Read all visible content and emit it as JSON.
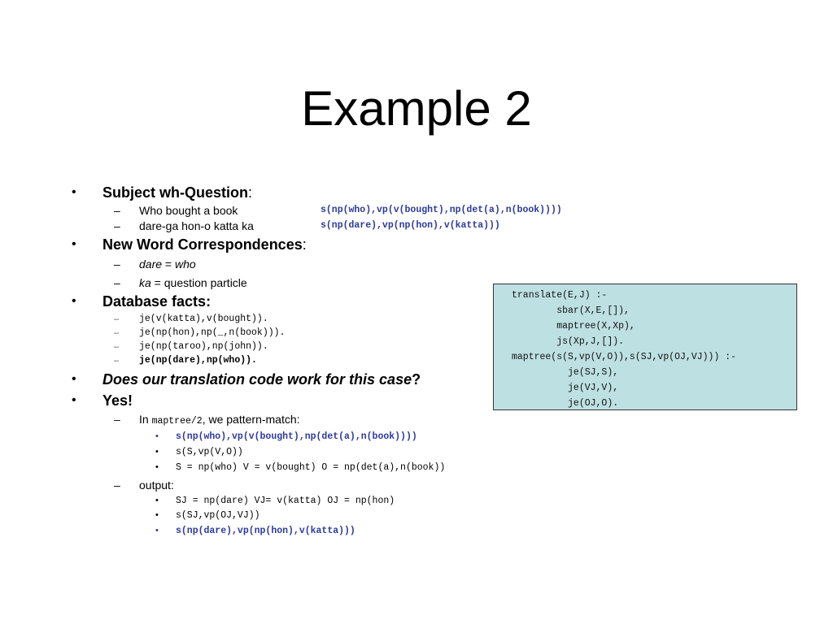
{
  "title": "Example 2",
  "bullet_char": "•",
  "dash_char": "–",
  "subject_wh": {
    "heading": "Subject wh-Question",
    "colon": ":",
    "rows": [
      {
        "text": "Who bought a book",
        "code": "s(np(who),vp(v(bought),np(det(a),n(book))))"
      },
      {
        "text": "dare-ga hon-o katta ka",
        "code": "s(np(dare),vp(np(hon),v(katta)))"
      }
    ]
  },
  "new_words": {
    "heading": "New Word Correspondences",
    "colon": ":",
    "row1": {
      "term": "dare",
      "eq": " = ",
      "meaning": "who"
    },
    "row2": {
      "term": "ka",
      "eq": " = question particle"
    }
  },
  "database": {
    "heading": "Database facts:",
    "facts": [
      "je(v(katta),v(bought)).",
      "je(np(hon),np(_,n(book))).",
      "je(np(taroo),np(john)).",
      "je(np(dare),np(who))."
    ]
  },
  "question": {
    "text": "Does our translation code work for this case",
    "mark": "?"
  },
  "yes": {
    "heading": "Yes!",
    "in_prefix": "In ",
    "in_code": "maptree/2",
    "in_suffix": ", we pattern-match:",
    "match_lines": [
      "s(np(who),vp(v(bought),np(det(a),n(book))))",
      "s(S,vp(V,O))",
      "S = np(who) V = v(bought) O = np(det(a),n(book))"
    ],
    "output_label": "output:",
    "output_lines": [
      "SJ = np(dare) VJ= v(katta) OJ = np(hon)",
      "s(SJ,vp(OJ,VJ))",
      "s(np(dare),vp(np(hon),v(katta)))"
    ]
  },
  "code_box": {
    "lines": [
      "translate(E,J) :-",
      "        sbar(X,E,[]),",
      "        maptree(X,Xp),",
      "        js(Xp,J,[]).",
      "maptree(s(S,vp(V,O)),s(SJ,vp(OJ,VJ))) :-",
      "          je(SJ,S),",
      "          je(VJ,V),",
      "          je(OJ,O)."
    ]
  },
  "colors": {
    "code_blue": "#2c3a9c",
    "box_background": "#bde0e2"
  }
}
